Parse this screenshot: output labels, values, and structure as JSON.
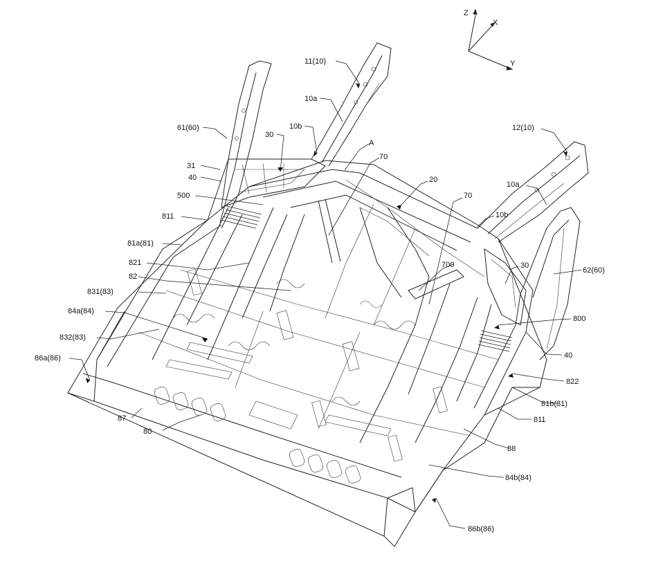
{
  "axes": {
    "z": "Z",
    "x": "X",
    "y": "Y"
  },
  "labels": {
    "l_11_10": "11(10)",
    "l_10a_top": "10a",
    "l_10b_top": "10b",
    "l_30_top": "30",
    "l_A": "A",
    "l_70_top": "70",
    "l_61_60": "61(60)",
    "l_31": "31",
    "l_40_left": "40",
    "l_500": "500",
    "l_811_left": "811",
    "l_81a_81": "81a(81)",
    "l_821": "821",
    "l_82": "82",
    "l_831_83": "831(83)",
    "l_84a_84": "84a(84)",
    "l_832_83": "832(83)",
    "l_86a_86": "86a(86)",
    "l_87": "87",
    "l_80": "80",
    "l_20": "20",
    "l_70_mid": "70",
    "l_12_10": "12(10)",
    "l_10a_right": "10a",
    "l_10b_right": "10b",
    "l_30_right": "30",
    "l_700": "700",
    "l_62_60": "62(60)",
    "l_800": "800",
    "l_40_right": "40",
    "l_822": "822",
    "l_81b_81": "81b(81)",
    "l_811_right": "811",
    "l_88": "88",
    "l_84b_84": "84b(84)",
    "l_86b_86": "86b(86)"
  }
}
